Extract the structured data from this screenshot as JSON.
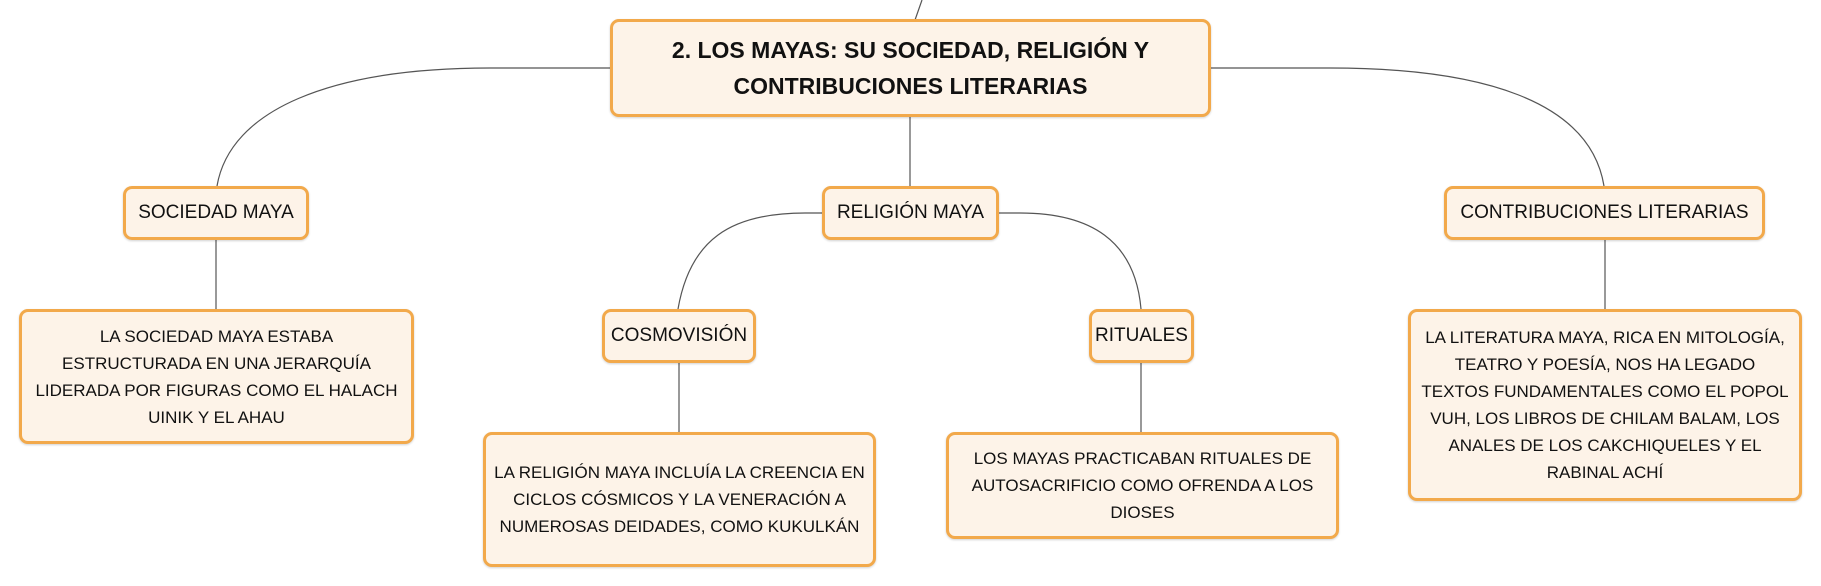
{
  "map": {
    "root": {
      "title": "2. LOS MAYAS: SU SOCIEDAD, RELIGIÓN Y CONTRIBUCIONES LITERARIAS"
    },
    "branches": {
      "sociedad": {
        "label": "SOCIEDAD MAYA",
        "detail": "LA SOCIEDAD MAYA ESTABA ESTRUCTURADA EN UNA JERARQUÍA LIDERADA POR FIGURAS COMO EL HALACH UINIK Y EL AHAU"
      },
      "religion": {
        "label": "RELIGIÓN MAYA",
        "cosmovision": {
          "label": "COSMOVISIÓN",
          "detail": "LA RELIGIÓN MAYA INCLUÍA LA CREENCIA EN CICLOS CÓSMICOS Y LA VENERACIÓN A NUMEROSAS DEIDADES, COMO KUKULKÁN"
        },
        "rituales": {
          "label": "RITUALES",
          "detail": "LOS MAYAS PRACTICABAN RITUALES DE AUTOSACRIFICIO COMO OFRENDA A LOS DIOSES"
        }
      },
      "literatura": {
        "label": "CONTRIBUCIONES LITERARIAS",
        "detail": "LA LITERATURA MAYA, RICA EN MITOLOGÍA, TEATRO Y POESÍA, NOS HA LEGADO TEXTOS FUNDAMENTALES COMO EL POPOL VUH, LOS LIBROS DE CHILAM BALAM, LOS ANALES DE LOS CAKCHIQUELES Y EL RABINAL ACHÍ"
      }
    },
    "style": {
      "node_fill": "#fdf3e8",
      "node_border": "#f2a94b",
      "connector": "#555555"
    }
  }
}
